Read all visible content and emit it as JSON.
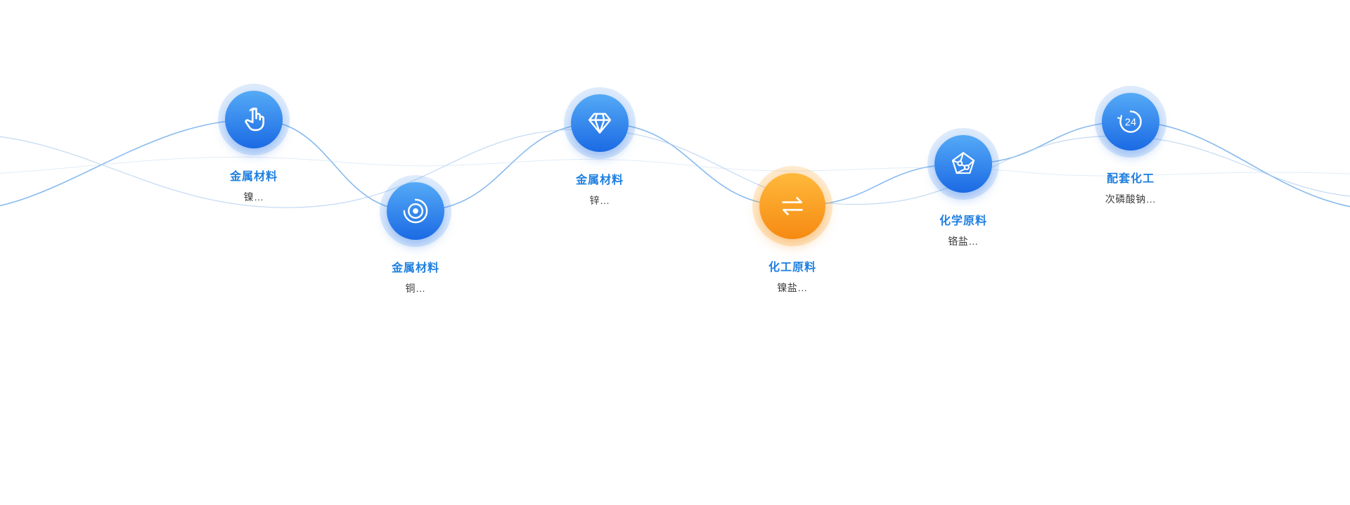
{
  "colors": {
    "accent_blue": "#1e7fe0",
    "node_blue_gradient_top": "#55aaf6",
    "node_blue_gradient_bottom": "#1b6ae4",
    "node_orange_gradient_top": "#ffb93c",
    "node_orange_gradient_bottom": "#f68a12",
    "wave_blue_primary": "#6aa9e8",
    "wave_blue_faint": "#a9c9ec",
    "subtitle_text": "#3d3d3d",
    "background": "#ffffff"
  },
  "timeline": {
    "nodes": [
      {
        "title": "金属材料",
        "subtitle": "镍…",
        "icon": "hand-pointer-icon",
        "theme": "blue"
      },
      {
        "title": "金属材料",
        "subtitle": "铜…",
        "icon": "radar-circles-icon",
        "theme": "blue"
      },
      {
        "title": "金属材料",
        "subtitle": "锌…",
        "icon": "diamond-icon",
        "theme": "blue"
      },
      {
        "title": "化工原料",
        "subtitle": "镍盐…",
        "icon": "exchange-arrows-icon",
        "theme": "orange"
      },
      {
        "title": "化学原料",
        "subtitle": "铬盐…",
        "icon": "molecule-pentagon-icon",
        "theme": "blue"
      },
      {
        "title": "配套化工",
        "subtitle": "次磷酸钠…",
        "icon": "clock-24-icon",
        "theme": "blue",
        "icon_text": "24"
      }
    ]
  }
}
